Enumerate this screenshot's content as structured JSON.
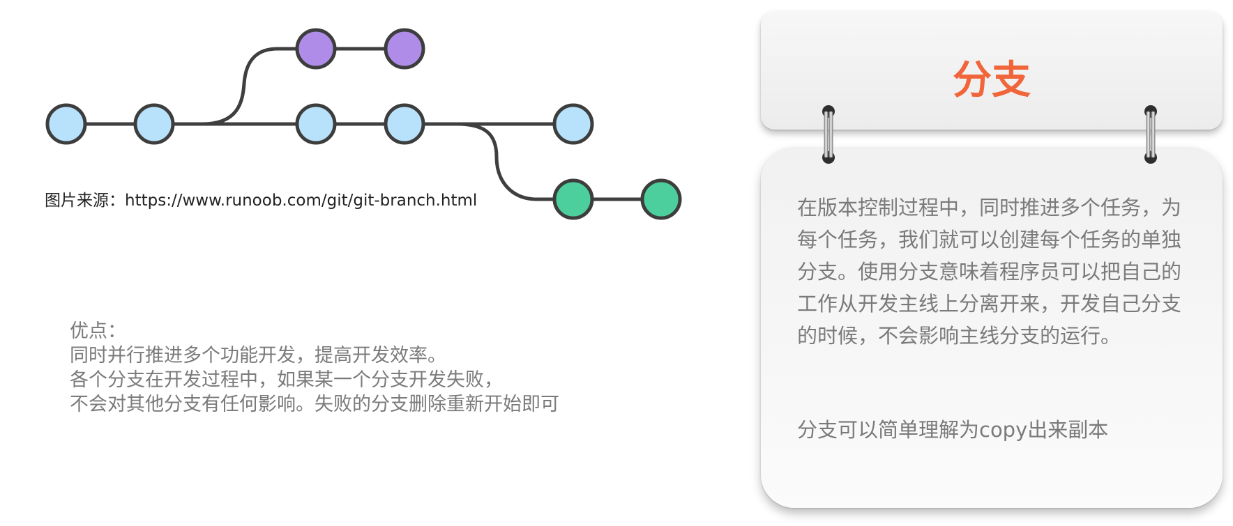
{
  "caption": {
    "source": "图片来源：https://www.runoob.com/git/git-branch.html"
  },
  "advantages": {
    "heading": "优点：",
    "lines": [
      "同时并行推进多个功能开发，提高开发效率。",
      "各个分支在开发过程中，如果某一个分支开发失败，",
      "不会对其他分支有任何影响。失败的分支删除重新开始即可"
    ]
  },
  "card": {
    "title": "分支",
    "body": "在版本控制过程中，同时推进多个任务，为每个任务，我们就可以创建每个任务的单独分支。使用分支意味着程序员可以把自己的工作从开发主线上分离开来，开发自己分支的时候，不会影响主线分支的运行。",
    "note": "分支可以简单理解为copy出来副本"
  },
  "diagram": {
    "branches": [
      {
        "name": "main",
        "color": "#b8e2fb",
        "commits": 5
      },
      {
        "name": "upper",
        "color": "#ae8ce8",
        "commits": 2
      },
      {
        "name": "lower",
        "color": "#4ccf9c",
        "commits": 2
      }
    ],
    "line_color": "#3f3f3f",
    "accent_color": "#f0653a"
  }
}
